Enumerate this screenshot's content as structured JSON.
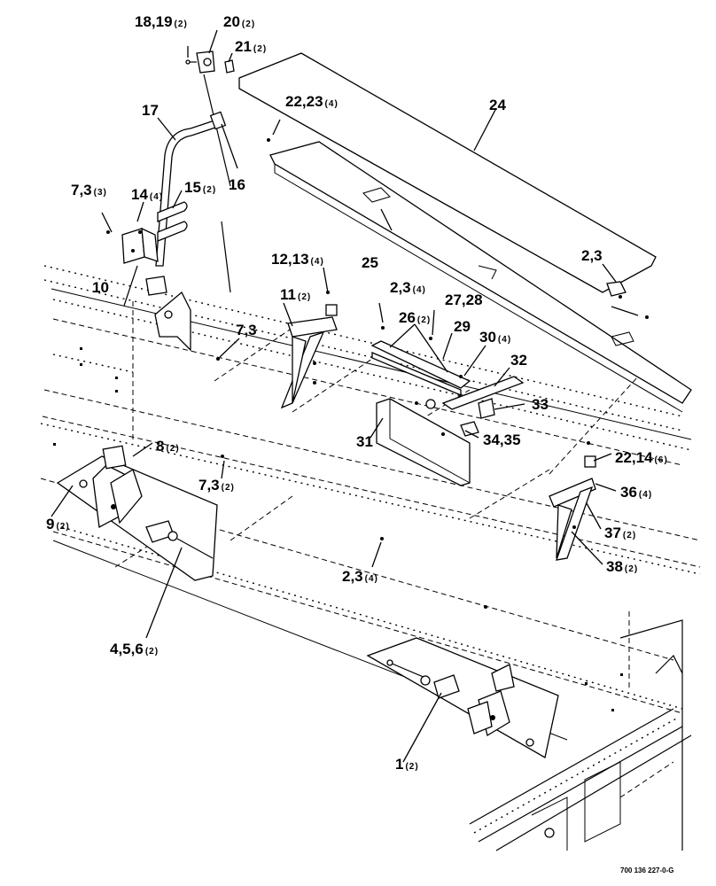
{
  "callouts": [
    {
      "id": "c-18-19",
      "text": "18,19",
      "qty": "(2)"
    },
    {
      "id": "c-20",
      "text": "20",
      "qty": "(2)"
    },
    {
      "id": "c-21",
      "text": "21",
      "qty": "(2)"
    },
    {
      "id": "c-22-23",
      "text": "22,23",
      "qty": "(4)"
    },
    {
      "id": "c-24",
      "text": "24",
      "qty": ""
    },
    {
      "id": "c-17",
      "text": "17",
      "qty": ""
    },
    {
      "id": "c-16",
      "text": "16",
      "qty": ""
    },
    {
      "id": "c-7-3-a",
      "text": "7,3",
      "qty": "(3)"
    },
    {
      "id": "c-14",
      "text": "14",
      "qty": "(4)"
    },
    {
      "id": "c-15",
      "text": "15",
      "qty": "(2)"
    },
    {
      "id": "c-10",
      "text": "10",
      "qty": ""
    },
    {
      "id": "c-25",
      "text": "25",
      "qty": ""
    },
    {
      "id": "c-2-3-a",
      "text": "2,3",
      "qty": ""
    },
    {
      "id": "c-12-13",
      "text": "12,13",
      "qty": "(4)"
    },
    {
      "id": "c-11",
      "text": "11",
      "qty": "(2)"
    },
    {
      "id": "c-2-3-b",
      "text": "2,3",
      "qty": "(4)"
    },
    {
      "id": "c-27-28",
      "text": "27,28",
      "qty": ""
    },
    {
      "id": "c-26",
      "text": "26",
      "qty": "(2)"
    },
    {
      "id": "c-29",
      "text": "29",
      "qty": ""
    },
    {
      "id": "c-30",
      "text": "30",
      "qty": "(4)"
    },
    {
      "id": "c-7-3-b",
      "text": "7,3",
      "qty": ""
    },
    {
      "id": "c-32",
      "text": "32",
      "qty": ""
    },
    {
      "id": "c-33",
      "text": "33",
      "qty": ""
    },
    {
      "id": "c-31",
      "text": "31",
      "qty": ""
    },
    {
      "id": "c-34-35",
      "text": "34,35",
      "qty": ""
    },
    {
      "id": "c-8",
      "text": "8",
      "qty": "(2)"
    },
    {
      "id": "c-22-14",
      "text": "22,14",
      "qty": "(6)"
    },
    {
      "id": "c-7-3-c",
      "text": "7,3",
      "qty": "(2)"
    },
    {
      "id": "c-36",
      "text": "36",
      "qty": "(4)"
    },
    {
      "id": "c-9",
      "text": "9",
      "qty": "(2)"
    },
    {
      "id": "c-37",
      "text": "37",
      "qty": "(2)"
    },
    {
      "id": "c-38",
      "text": "38",
      "qty": "(2)"
    },
    {
      "id": "c-2-3-c",
      "text": "2,3",
      "qty": "(4)"
    },
    {
      "id": "c-4-5-6",
      "text": "4,5,6",
      "qty": "(2)"
    },
    {
      "id": "c-1",
      "text": "1",
      "qty": "(2)"
    }
  ],
  "drawing_number": "700 136 227-0-G"
}
